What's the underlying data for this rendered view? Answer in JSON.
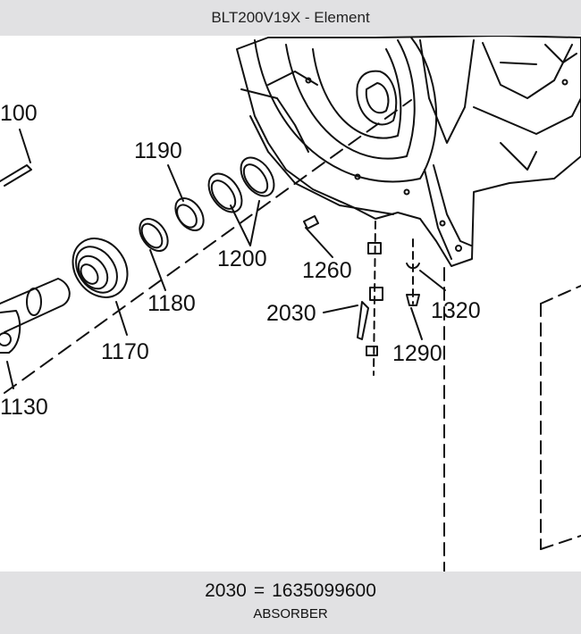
{
  "window": {
    "title": "BLT200V19X - Element"
  },
  "diagram": {
    "callouts": [
      {
        "id": "c-100",
        "text": "100"
      },
      {
        "id": "c-1190",
        "text": "1190"
      },
      {
        "id": "c-1200",
        "text": "1200"
      },
      {
        "id": "c-1260",
        "text": "1260"
      },
      {
        "id": "c-1180",
        "text": "1180"
      },
      {
        "id": "c-1320",
        "text": "1320"
      },
      {
        "id": "c-2030",
        "text": "2030"
      },
      {
        "id": "c-1170",
        "text": "1170"
      },
      {
        "id": "c-1290",
        "text": "1290"
      },
      {
        "id": "c-1130",
        "text": "1130"
      }
    ]
  },
  "selection": {
    "callout": "2030",
    "separator": "=",
    "part_number": "1635099600",
    "description": "ABSORBER"
  }
}
